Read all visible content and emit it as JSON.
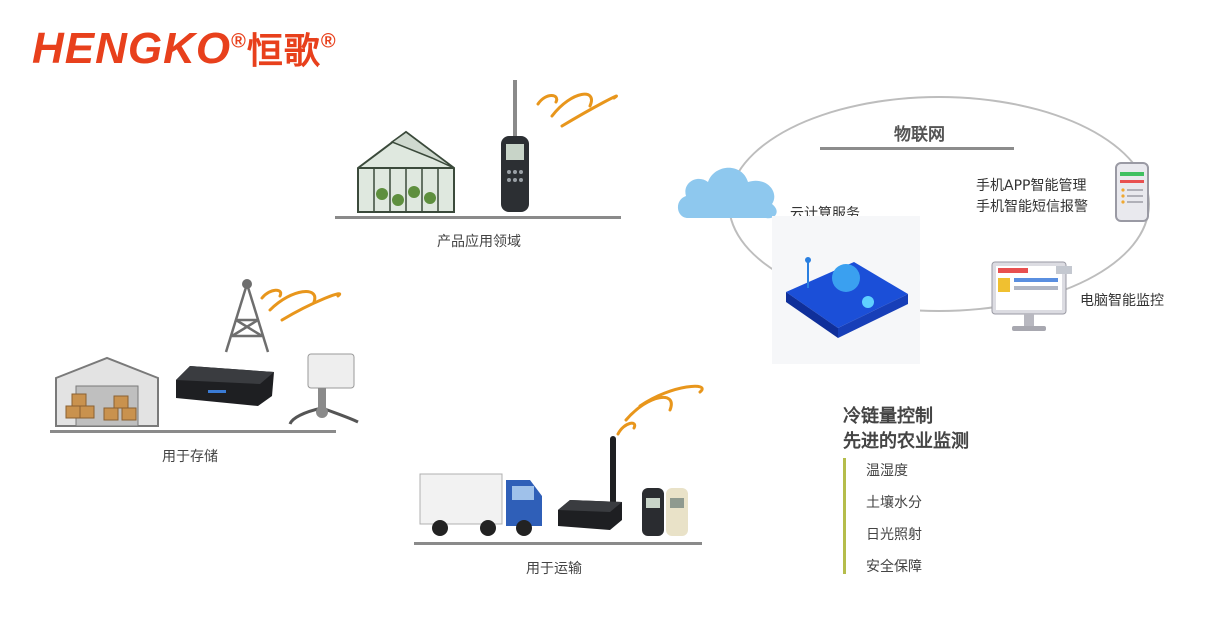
{
  "logo": {
    "brand": "HENGKO",
    "cn": "恒歌",
    "mark": "®"
  },
  "captions": {
    "product_fields": "产品应用领域",
    "storage": "用于存储",
    "transport": "用于运输"
  },
  "iot": {
    "title": "物联网",
    "cloud": "云计算服务",
    "phone_line1": "手机APP智能管理",
    "phone_line2": "手机智能短信报警",
    "pc": "电脑智能监控"
  },
  "right": {
    "title_line1": "冷链量控制",
    "title_line2": "先进的农业监测",
    "features": [
      "温湿度",
      "土壤水分",
      "日光照射",
      "安全保障"
    ]
  },
  "colors": {
    "brand": "#e8401c",
    "signal": "#e8961c",
    "cloud": "#8ec8ee",
    "accent_bar": "#b5bd4b"
  }
}
